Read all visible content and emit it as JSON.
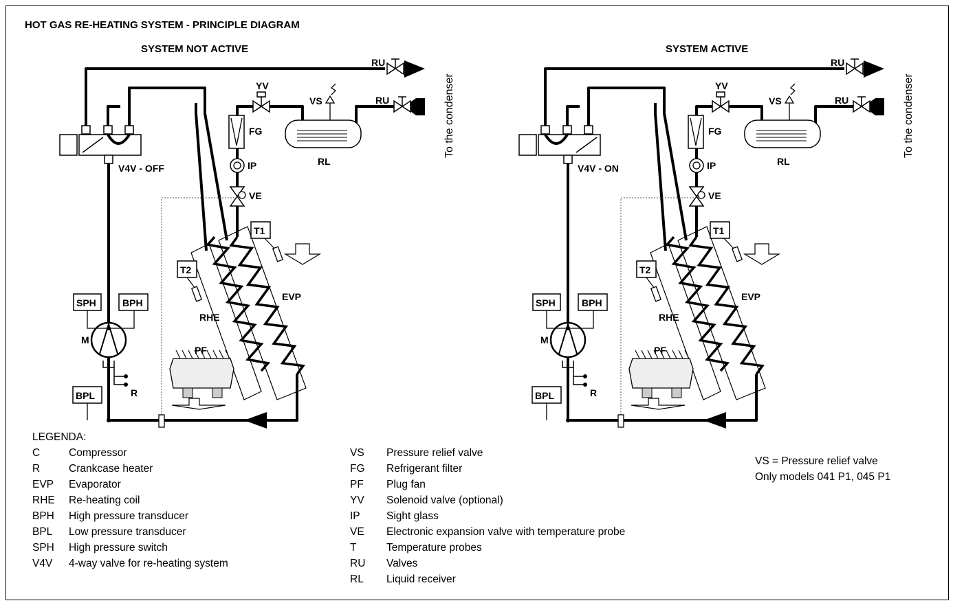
{
  "header": {
    "title": "HOT GAS RE-HEATING SYSTEM - PRINCIPLE DIAGRAM",
    "left_panel_title": "SYSTEM NOT ACTIVE",
    "right_panel_title": "SYSTEM ACTIVE"
  },
  "left": {
    "valve_state": "V4V - OFF"
  },
  "right": {
    "valve_state": "V4V - ON"
  },
  "component_labels": {
    "RU": "RU",
    "YV": "YV",
    "VS": "VS",
    "FG": "FG",
    "IP": "IP",
    "VE": "VE",
    "RL": "RL",
    "T1": "T1",
    "T2": "T2",
    "EVP": "EVP",
    "RHE": "RHE",
    "SPH": "SPH",
    "BPH": "BPH",
    "BPL": "BPL",
    "M": "M",
    "R": "R",
    "PF": "PF",
    "to_condenser": "To the condenser"
  },
  "legend": {
    "heading": "LEGENDA:",
    "col1": [
      {
        "code": "C",
        "desc": "Compressor"
      },
      {
        "code": "R",
        "desc": "Crankcase heater"
      },
      {
        "code": "EVP",
        "desc": "Evaporator"
      },
      {
        "code": "RHE",
        "desc": "Re-heating coil"
      },
      {
        "code": "BPH",
        "desc": "High pressure transducer"
      },
      {
        "code": "BPL",
        "desc": "Low pressure transducer"
      },
      {
        "code": "SPH",
        "desc": "High pressure switch"
      },
      {
        "code": "V4V",
        "desc": "4-way valve for re-heating system"
      }
    ],
    "col2": [
      {
        "code": "VS",
        "desc": "Pressure relief valve"
      },
      {
        "code": "FG",
        "desc": "Refrigerant filter"
      },
      {
        "code": "PF",
        "desc": "Plug fan"
      },
      {
        "code": "YV",
        "desc": "Solenoid valve (optional)"
      },
      {
        "code": "IP",
        "desc": "Sight glass"
      },
      {
        "code": "VE",
        "desc": "Electronic expansion valve with temperature probe"
      },
      {
        "code": "T",
        "desc": "Temperature probes"
      },
      {
        "code": "RU",
        "desc": "Valves"
      },
      {
        "code": "RL",
        "desc": "Liquid receiver"
      }
    ]
  },
  "note": {
    "line1": "VS = Pressure relief valve",
    "line2": "Only models 041 P1, 045 P1"
  }
}
